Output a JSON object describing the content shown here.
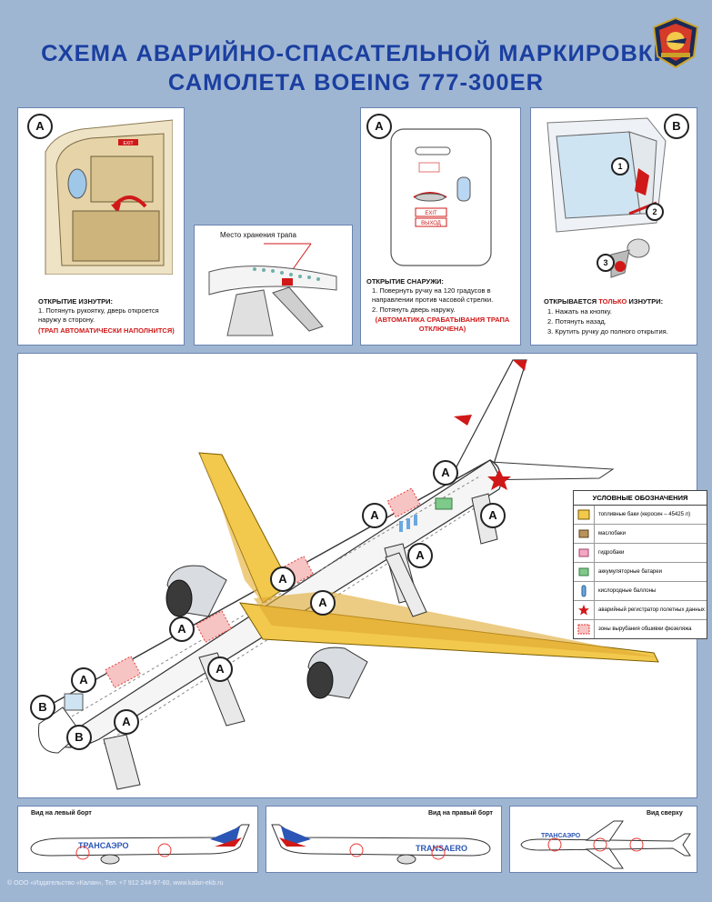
{
  "title": {
    "line1": "СХЕМА АВАРИЙНО-СПАСАТЕЛЬНОЙ МАРКИРОВКИ",
    "line2": "САМОЛЕТА BOEING 777-300ER"
  },
  "panel1": {
    "badge": "A",
    "exit_sign": "EXIT",
    "heading": "ОТКРЫТИЕ ИЗНУТРИ:",
    "step1": "1. Потянуть рукоятку, дверь откроется наружу в сторону.",
    "note": "(ТРАП АВТОМАТИЧЕСКИ НАПОЛНИТСЯ)"
  },
  "panel2": {
    "label": "Место хранения трапа"
  },
  "panel3": {
    "badge": "A",
    "sign_exit": "EXIT",
    "sign_exit_ru": "ВЫХОД",
    "heading": "ОТКРЫТИЕ СНАРУЖИ:",
    "step1": "1. Повернуть ручку на 120 градусов в направлении против часовой стрелки.",
    "step2": "2. Потянуть дверь наружу.",
    "note": "(АВТОМАТИКА СРАБАТЫВАНИЯ ТРАПА ОТКЛЮЧЕНА)"
  },
  "panel4": {
    "badge": "B",
    "num1": "1",
    "num2": "2",
    "num3": "3",
    "heading_pre": "ОТКРЫВАЕТСЯ ",
    "heading_red": "ТОЛЬКО",
    "heading_post": " ИЗНУТРИ:",
    "step1": "1. Нажать на кнопку.",
    "step2": "2. Потянуть назад.",
    "step3": "3. Крутить ручку до полного открытия."
  },
  "legend": {
    "title": "УСЛОВНЫЕ ОБОЗНАЧЕНИЯ",
    "items": [
      {
        "icon": "fuel-tank-icon",
        "text": "топливные баки (керосин – 45425 л)"
      },
      {
        "icon": "oil-tank-icon",
        "text": "маслобаки"
      },
      {
        "icon": "hydraulic-tank-icon",
        "text": "гидробаки"
      },
      {
        "icon": "battery-icon",
        "text": "аккумуляторные батареи"
      },
      {
        "icon": "oxygen-bottle-icon",
        "text": "кислородные баллоны"
      },
      {
        "icon": "flight-recorder-icon",
        "text": "аварийный регистратор полетных данных"
      },
      {
        "icon": "cut-zone-icon",
        "text": "зоны вырубания обшивки фюзеляжа"
      }
    ]
  },
  "main_badges": [
    "A",
    "B"
  ],
  "views": {
    "left": "Вид на левый борт",
    "right": "Вид на правый борт",
    "top": "Вид сверху",
    "livery": "ТРАНСАЭРО",
    "livery_latin": "TRANSAERO"
  },
  "footer": "© ООО «Издательство «Калан», Тел. +7 912 244-97-60, www.kalan-ekb.ru",
  "colors": {
    "title": "#1b3fa0",
    "background": "#9fb6d3",
    "fuel": "#f2c94c",
    "cut_zone": "#e53935",
    "accent_red": "#d01818"
  }
}
